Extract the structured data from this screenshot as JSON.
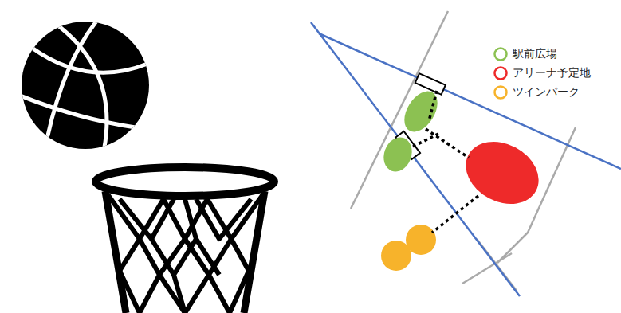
{
  "diagram": {
    "legend": [
      {
        "text": "駅前広場",
        "color": "#8cc152"
      },
      {
        "text": "アリーナ予定地",
        "color": "#ee2a2a"
      },
      {
        "text": "ツインパーク",
        "color": "#f7b32b"
      }
    ]
  }
}
